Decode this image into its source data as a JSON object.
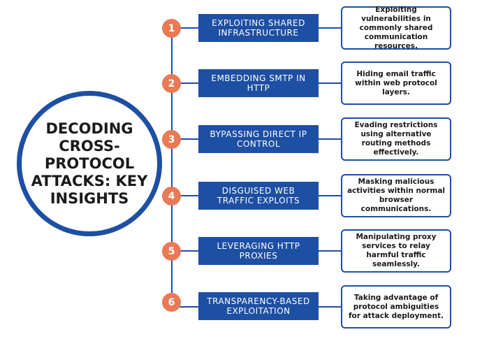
{
  "hub": {
    "title": "DECODING CROSS-PROTOCOL ATTACKS: KEY INSIGHTS"
  },
  "items": [
    {
      "num": "1",
      "label": "EXPLOITING SHARED INFRASTRUCTURE",
      "desc": "Exploiting vulnerabilities in commonly shared communication resources."
    },
    {
      "num": "2",
      "label": "EMBEDDING SMTP IN HTTP",
      "desc": "Hiding email traffic within web protocol layers."
    },
    {
      "num": "3",
      "label": "BYPASSING DIRECT IP CONTROL",
      "desc": "Evading restrictions using alternative routing methods effectively."
    },
    {
      "num": "4",
      "label": "DISGUISED WEB TRAFFIC EXPLOITS",
      "desc": "Masking malicious activities within normal browser communications."
    },
    {
      "num": "5",
      "label": "LEVERAGING HTTP PROXIES",
      "desc": "Manipulating proxy services to relay harmful traffic seamlessly."
    },
    {
      "num": "6",
      "label": "TRANSPARENCY-BASED EXPLOITATION",
      "desc": "Taking advantage of protocol ambiguities for attack deployment."
    }
  ],
  "colors": {
    "primary": "#1d4fa3",
    "accent": "#e97a55"
  }
}
